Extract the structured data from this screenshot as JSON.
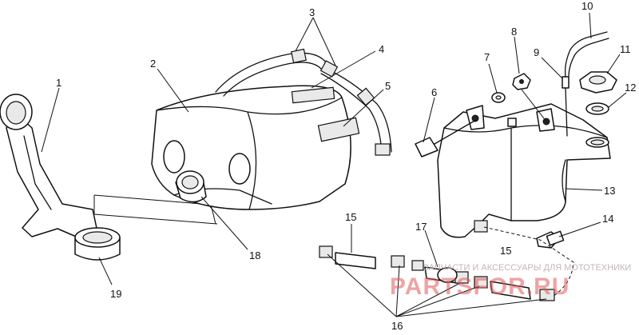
{
  "callouts": {
    "c1": "1",
    "c2": "2",
    "c3": "3",
    "c4": "4",
    "c5": "5",
    "c6": "6",
    "c7": "7",
    "c8": "8",
    "c9": "9",
    "c10": "10",
    "c11": "11",
    "c12": "12",
    "c13": "13",
    "c14": "14",
    "c15a": "15",
    "c15b": "15",
    "c16": "16",
    "c17": "17",
    "c18": "18",
    "c19": "19"
  },
  "watermark": {
    "tagline": "ЗАПЧАСТИ И АКСЕССУАРЫ ДЛЯ МОТОТЕХНИКИ",
    "brand": "PARTSFOR.RU"
  }
}
